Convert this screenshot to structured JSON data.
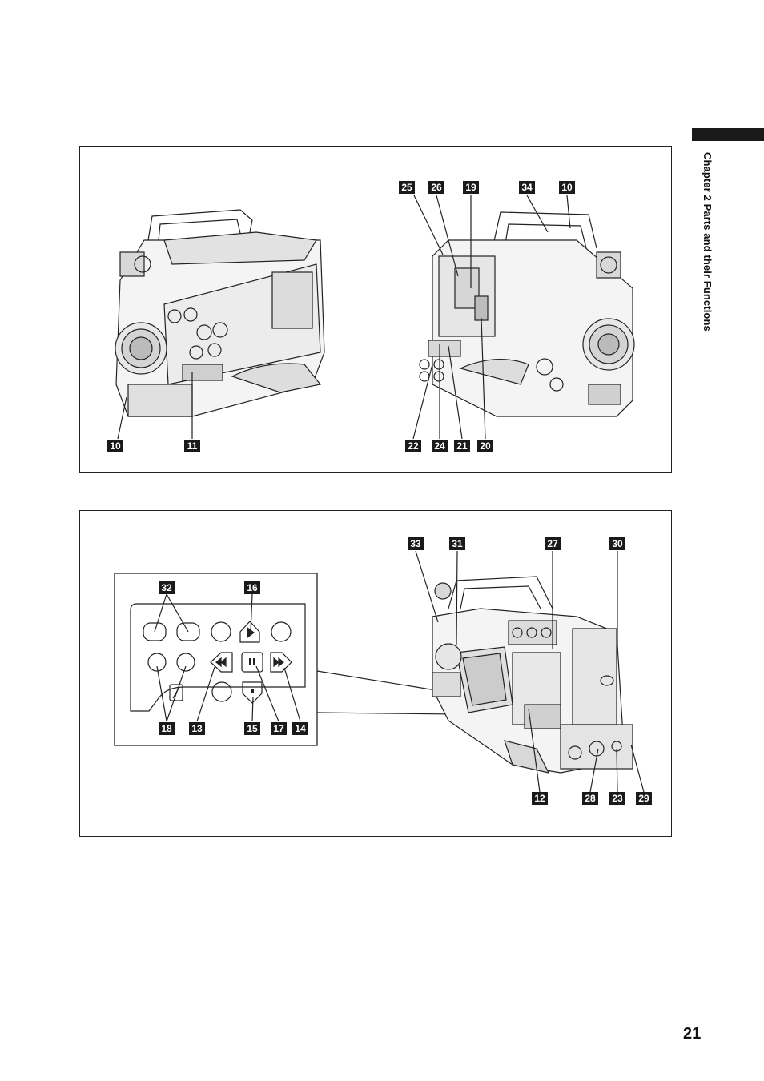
{
  "chapter": {
    "title": "Chapter 2 Parts and their Functions"
  },
  "page_number": "21",
  "top_panel": {
    "callouts": [
      {
        "label": "25"
      },
      {
        "label": "26"
      },
      {
        "label": "19"
      },
      {
        "label": "34"
      },
      {
        "label": "10"
      },
      {
        "label": "10"
      },
      {
        "label": "11"
      },
      {
        "label": "22"
      },
      {
        "label": "24"
      },
      {
        "label": "21"
      },
      {
        "label": "20"
      }
    ]
  },
  "bottom_panel": {
    "callouts": [
      {
        "label": "33"
      },
      {
        "label": "31"
      },
      {
        "label": "27"
      },
      {
        "label": "30"
      },
      {
        "label": "12"
      },
      {
        "label": "28"
      },
      {
        "label": "23"
      },
      {
        "label": "29"
      }
    ],
    "inset_callouts": [
      {
        "label": "32"
      },
      {
        "label": "16"
      },
      {
        "label": "18"
      },
      {
        "label": "13"
      },
      {
        "label": "15"
      },
      {
        "label": "17"
      },
      {
        "label": "14"
      }
    ]
  }
}
